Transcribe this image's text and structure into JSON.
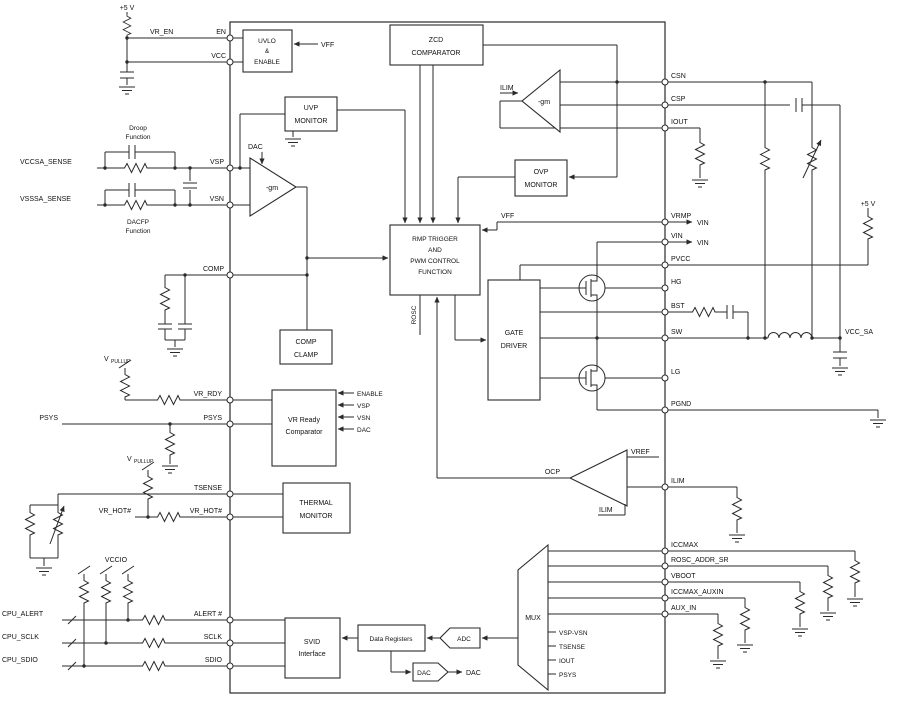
{
  "labels": {
    "p5v_left": "+5 V",
    "p5v_right": "+5 V",
    "vr_en": "VR_EN",
    "vccsa_sense": "VCCSA_SENSE",
    "vsssa_sense": "VSSSA_SENSE",
    "droop_1": "Droop",
    "droop_2": "Function",
    "dacfp_1": "DACFP",
    "dacfp_2": "Function",
    "vpullup_v1": "V",
    "vpullup_sub1": "PULLUP",
    "vpullup_v2": "V",
    "vpullup_sub2": "PULLUP",
    "psys_ext": "PSYS",
    "vr_hot_ext": "VR_HOT#",
    "vccio": "VCCIO",
    "cpu_alert": "CPU_ALERT",
    "cpu_sclk": "CPU_SCLK",
    "cpu_sdio": "CPU_SDIO",
    "vin_a": "VIN",
    "vin_b": "VIN",
    "vcc_sa": "VCC_SA"
  },
  "pins_left": {
    "en": "EN",
    "vcc": "VCC",
    "vsp": "VSP",
    "vsn": "VSN",
    "comp": "COMP",
    "vr_rdy": "VR_RDY",
    "psys": "PSYS",
    "tsense": "TSENSE",
    "vr_hot": "VR_HOT#",
    "alert": "ALERT #",
    "sclk": "SCLK",
    "sdio": "SDIO"
  },
  "pins_right": {
    "csn": "CSN",
    "csp": "CSP",
    "iout": "IOUT",
    "vrmp": "VRMP",
    "vin": "VIN",
    "pvcc": "PVCC",
    "hg": "HG",
    "bst": "BST",
    "sw": "SW",
    "lg": "LG",
    "pgnd": "PGND",
    "ilim": "ILIM",
    "iccmax": "ICCMAX",
    "rosc_addr_sr": "ROSC_ADDR_SR",
    "vboot": "VBOOT",
    "iccmax_auxin": "ICCMAX_AUXIN",
    "aux_in": "AUX_IN"
  },
  "blocks": {
    "uvlo_1": "UVLO",
    "uvlo_2": "&",
    "uvlo_3": "ENABLE",
    "zcd_1": "ZCD",
    "zcd_2": "COMPARATOR",
    "uvp_1": "UVP",
    "uvp_2": "MONITOR",
    "ovp_1": "OVP",
    "ovp_2": "MONITOR",
    "rmp_1": "RMP TRIGGER",
    "rmp_2": "AND",
    "rmp_3": "PWM CONTROL",
    "rmp_4": "FUNCTION",
    "clamp_1": "COMP",
    "clamp_2": "CLAMP",
    "vrready_1": "VR Ready",
    "vrready_2": "Comparator",
    "thermal_1": "THERMAL",
    "thermal_2": "MONITOR",
    "driver_1": "GATE",
    "driver_2": "DRIVER",
    "svid_1": "SVID",
    "svid_2": "Interface",
    "data_registers": "Data Registers",
    "adc": "ADC",
    "dac": "DAC",
    "mux": "MUX",
    "gm_top": "-gm",
    "gm_err": "-gm"
  },
  "signals": {
    "vff_uvlo": "VFF",
    "vff_rmp": "VFF",
    "ilim_gm": "ILIM",
    "dac_gm": "DAC",
    "rosc": "ROSC",
    "enable": "ENABLE",
    "vsp": "VSP",
    "vsn": "VSN",
    "dac": "DAC",
    "ocp": "OCP",
    "vref": "VREF",
    "ilim_ocp": "ILIM",
    "dac_out": "DAC",
    "mux_in_1": "VSP-VSN",
    "mux_in_2": "TSENSE",
    "mux_in_3": "IOUT",
    "mux_in_4": "PSYS"
  }
}
